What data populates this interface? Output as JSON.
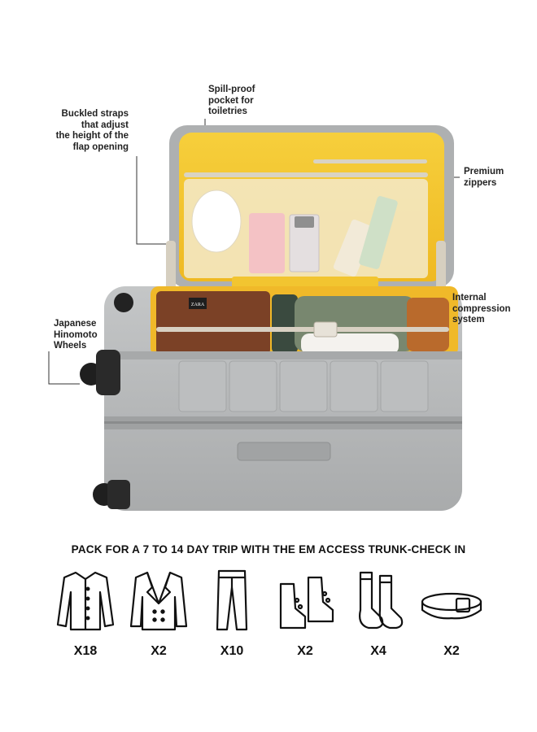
{
  "callouts": {
    "straps": "Buckled straps\nthat adjust\nthe height of the\nflap opening",
    "spill": "Spill-proof\npocket for\ntoiletries",
    "zippers": "Premium\nzippers",
    "compression": "Internal\ncompression\nsystem",
    "wheels": "Japanese\nHinomoto\nWheels"
  },
  "brand_tag": "ZARA",
  "headline": "PACK FOR A 7 TO 14 DAY TRIP WITH THE EM ACCESS TRUNK-CHECK IN",
  "items": [
    {
      "icon": "shirt-icon",
      "qty": "X18"
    },
    {
      "icon": "blazer-icon",
      "qty": "X2"
    },
    {
      "icon": "pants-icon",
      "qty": "X10"
    },
    {
      "icon": "shoes-icon",
      "qty": "X2"
    },
    {
      "icon": "socks-icon",
      "qty": "X4"
    },
    {
      "icon": "belt-icon",
      "qty": "X2"
    }
  ],
  "colors": {
    "shell": "#b9bbbc",
    "lining": "#f2c530",
    "text": "#1a1a1a"
  }
}
